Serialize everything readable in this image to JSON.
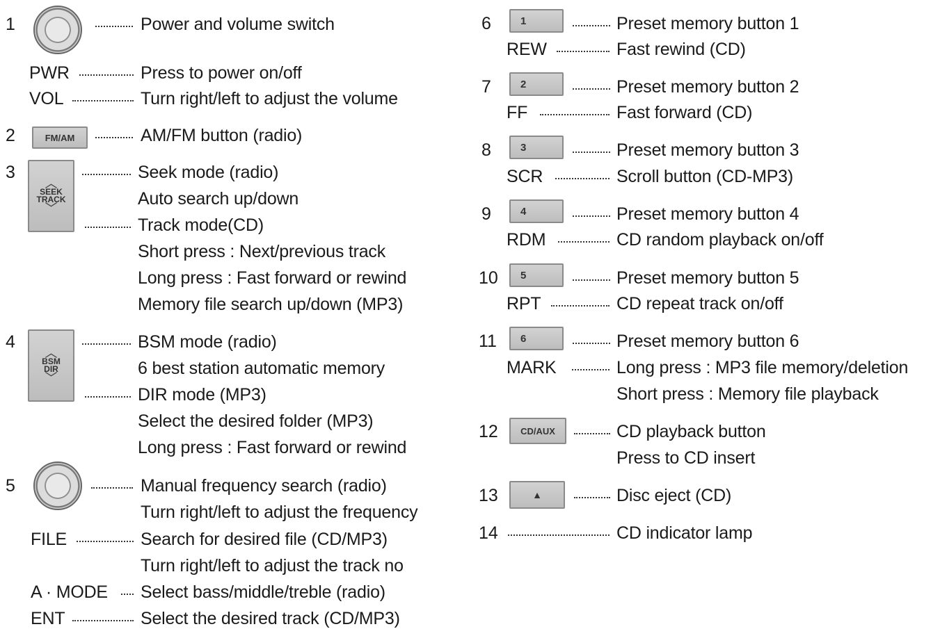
{
  "left": {
    "n1": "1",
    "n1_desc": "Power and volume switch",
    "pwr_key": "PWR",
    "pwr_desc": "Press to power on/off",
    "vol_key": "VOL",
    "vol_desc": "Turn right/left to adjust the volume",
    "n2": "2",
    "n2_btn": "FM/AM",
    "n2_desc": "AM/FM button (radio)",
    "n3": "3",
    "n3_btn_top": "SEEK",
    "n3_btn_bottom": "TRACK",
    "n3_l1": "Seek mode (radio)",
    "n3_l2": "Auto search up/down",
    "n3_l3": "Track mode(CD)",
    "n3_l4": "Short press : Next/previous track",
    "n3_l5": "Long press : Fast forward or rewind",
    "n3_l6": "Memory file search up/down (MP3)",
    "n4": "4",
    "n4_btn_top": "BSM",
    "n4_btn_bottom": "DIR",
    "n4_l1": "BSM mode (radio)",
    "n4_l2": "6 best station automatic memory",
    "n4_l3": "DIR mode (MP3)",
    "n4_l4": "Select the desired folder (MP3)",
    "n4_l5": "Long press : Fast forward or rewind",
    "n5": "5",
    "n5_l1": "Manual frequency search (radio)",
    "n5_l2": "Turn right/left to adjust the frequency",
    "file_key": "FILE",
    "file_desc": "Search for desired file (CD/MP3)",
    "file_l2": "Turn right/left to adjust the track no",
    "amode_key": "A · MODE",
    "amode_desc": "Select bass/middle/treble (radio)",
    "ent_key": "ENT",
    "ent_desc": "Select the desired track (CD/MP3)"
  },
  "right": {
    "n6": "6",
    "b6": "1",
    "d6": "Preset memory button 1",
    "k6": "REW",
    "s6": "Fast rewind (CD)",
    "n7": "7",
    "b7": "2",
    "d7": "Preset memory button 2",
    "k7": "FF",
    "s7": "Fast forward (CD)",
    "n8": "8",
    "b8": "3",
    "d8": "Preset memory button 3",
    "k8": "SCR",
    "s8": "Scroll button (CD-MP3)",
    "n9": "9",
    "b9": "4",
    "d9": "Preset memory button 4",
    "k9": "RDM",
    "s9": "CD random playback on/off",
    "n10": "10",
    "b10": "5",
    "d10": "Preset memory button 5",
    "k10": "RPT",
    "s10": "CD repeat track on/off",
    "n11": "11",
    "b11": "6",
    "d11": "Preset memory button 6",
    "k11": "MARK",
    "s11": "Long press : MP3 file memory/deletion",
    "s11b": "Short press : Memory file playback",
    "n12": "12",
    "b12": "CD/AUX",
    "d12": "CD playback button",
    "s12": "Press to CD insert",
    "n13": "13",
    "b13": "▲",
    "d13": "Disc eject (CD)",
    "n14": "14",
    "d14": "CD indicator lamp"
  },
  "icons": {
    "knob": "rotary-knob-icon",
    "chevron_up": "chevron-up-icon",
    "chevron_down": "chevron-down-icon",
    "eject": "eject-icon"
  }
}
